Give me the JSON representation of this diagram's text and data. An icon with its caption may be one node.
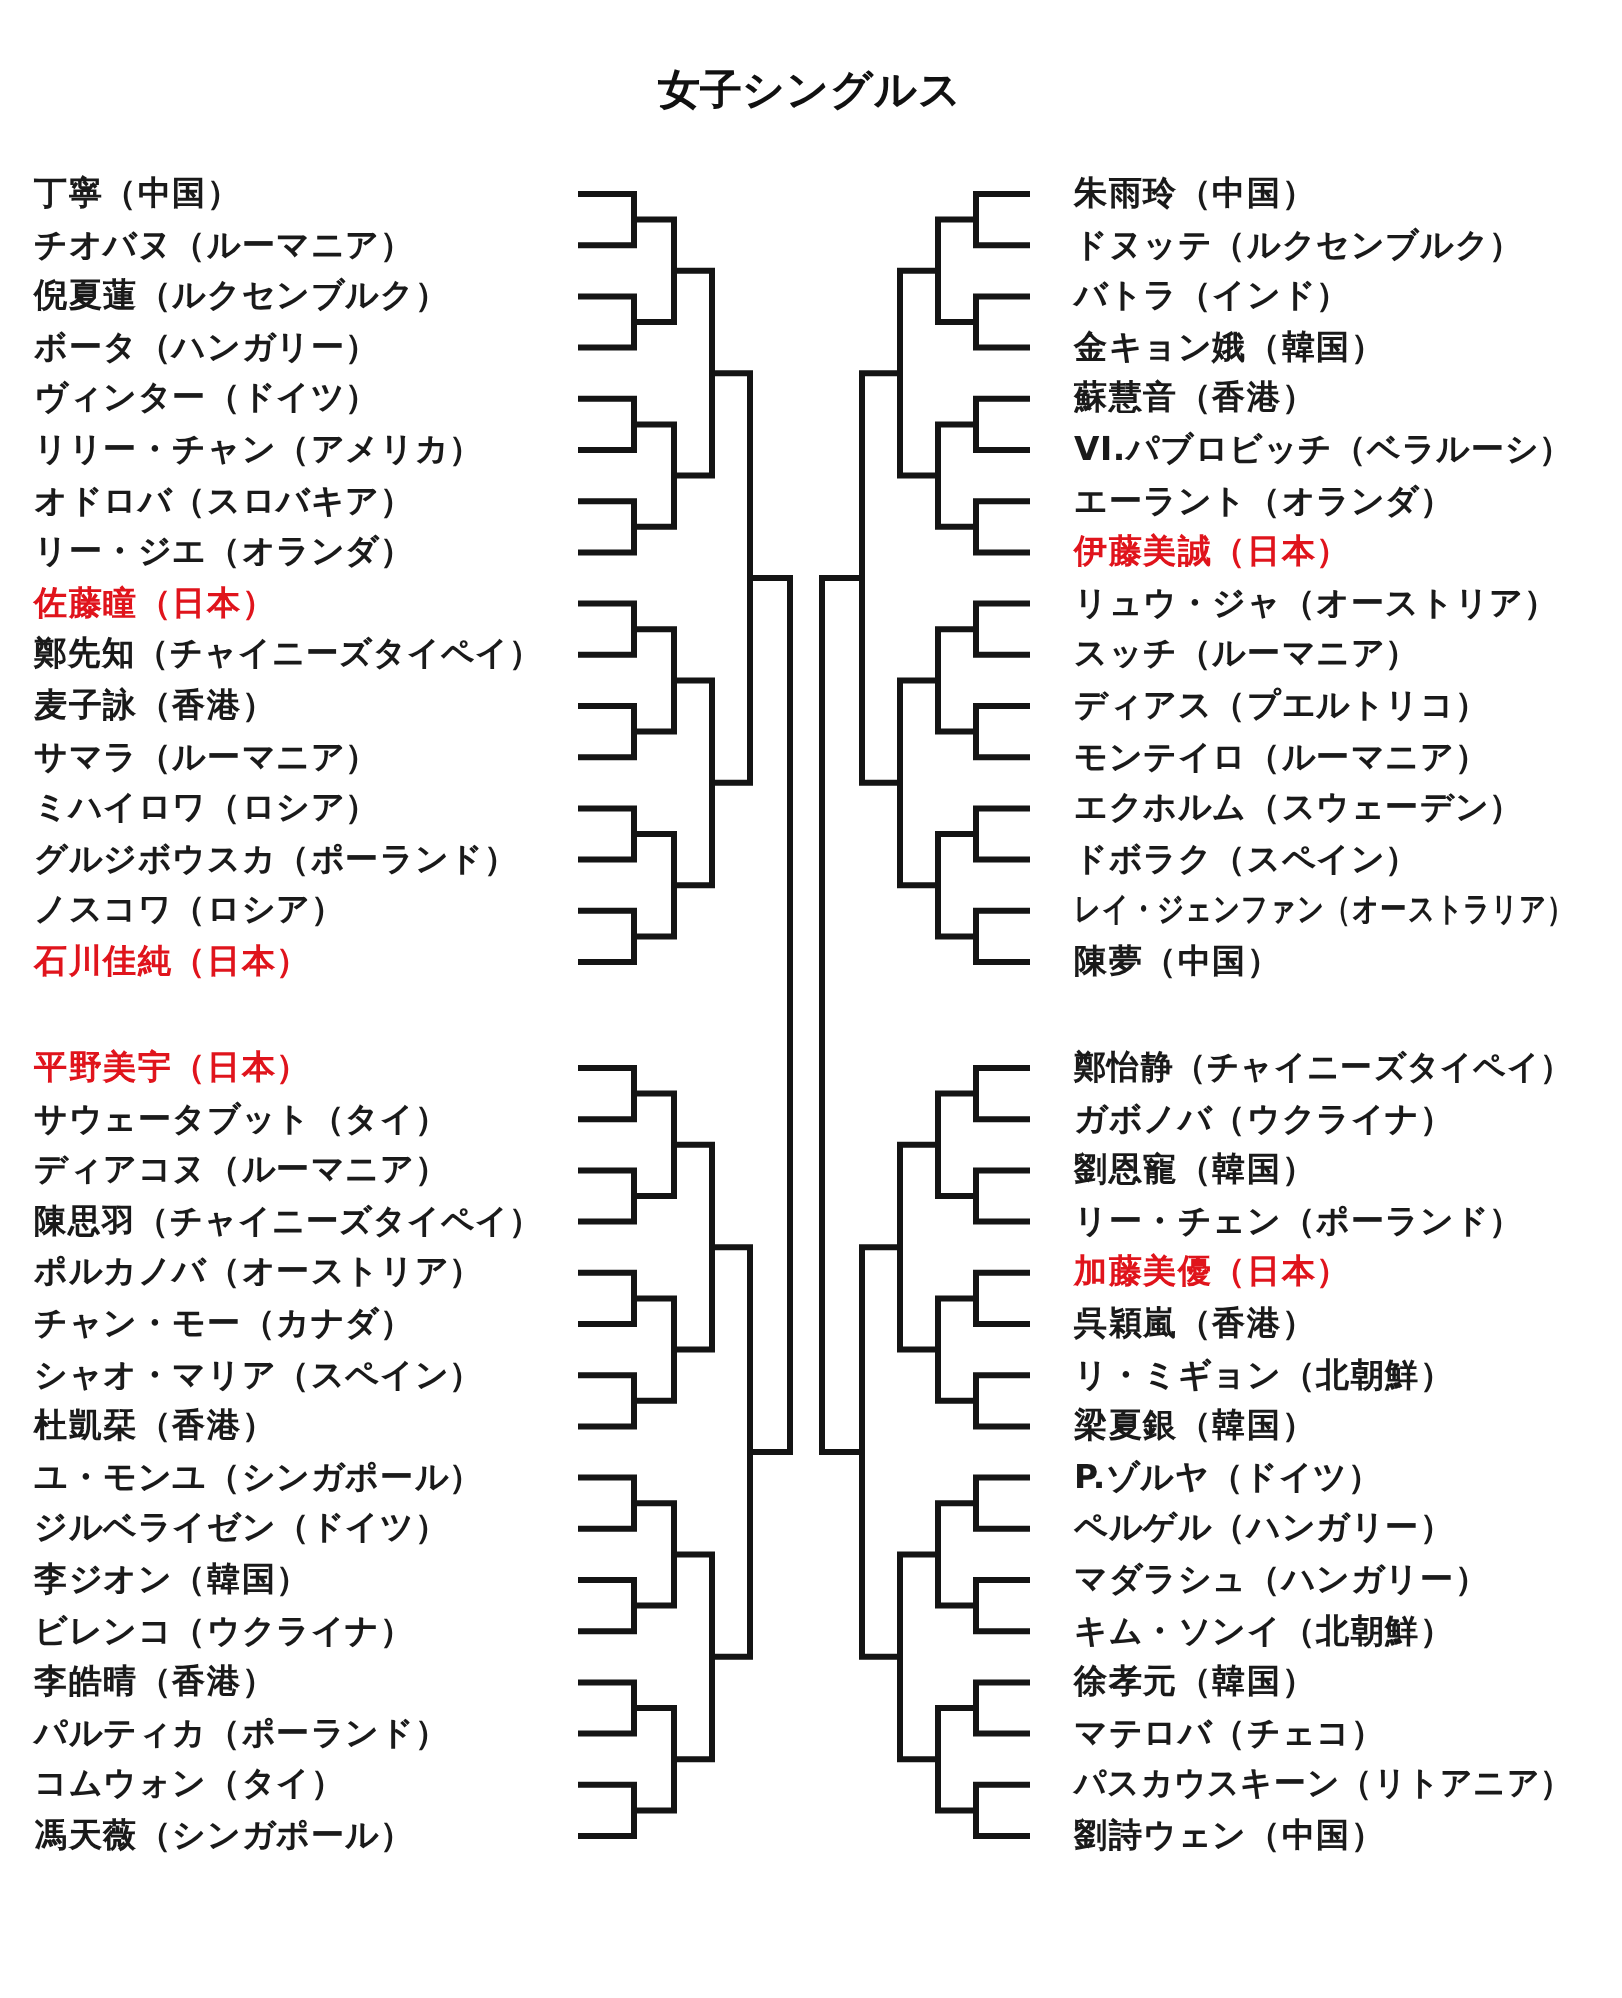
{
  "diagram": {
    "title": "女子シングルス",
    "labels": [
      "丁寧（中国）",
      "チオバヌ（ルーマニア）",
      "倪夏蓮（ルクセンブルク）",
      "ボータ（ハンガリー）",
      "ヴィンター（ドイツ）",
      "リリー・チャン（アメリカ）",
      "オドロバ（スロバキア）",
      "リー・ジエ（オランダ）",
      "佐藤瞳（日本）",
      "鄭先知（チャイニーズタイペイ）",
      "麦子詠（香港）",
      "サマラ（ルーマニア）",
      "ミハイロワ（ロシア）",
      "グルジボウスカ（ポーランド）",
      "ノスコワ（ロシア）",
      "石川佳純（日本）",
      "平野美宇（日本）",
      "サウェータブット（タイ）",
      "ディアコヌ（ルーマニア）",
      "陳思羽（チャイニーズタイペイ）",
      "ポルカノバ（オーストリア）",
      "チャン・モー（カナダ）",
      "シャオ・マリア（スペイン）",
      "杜凱栞（香港）",
      "ユ・モンユ（シンガポール）",
      "ジルベライゼン（ドイツ）",
      "李ジオン（韓国）",
      "ビレンコ（ウクライナ）",
      "李皓晴（香港）",
      "パルティカ（ポーランド）",
      "コムウォン（タイ）",
      "馮天薇（シンガポール）",
      "朱雨玲（中国）",
      "ドヌッテ（ルクセンブルク）",
      "バトラ（インド）",
      "金キョン娥（韓国）",
      "蘇慧音（香港）",
      "VI.パブロビッチ（ベラルーシ）",
      "エーラント（オランダ）",
      "伊藤美誠（日本）",
      "リュウ・ジャ（オーストリア）",
      "スッチ（ルーマニア）",
      "ディアス（プエルトリコ）",
      "モンテイロ（ルーマニア）",
      "エクホルム（スウェーデン）",
      "ドボラク（スペイン）",
      "レイ・ジェンファン（オーストラリア）",
      "陳夢（中国）",
      "鄭怡静（チャイニーズタイペイ）",
      "ガボノバ（ウクライナ）",
      "劉恩寵（韓国）",
      "リー・チェン（ポーランド）",
      "加藤美優（日本）",
      "呉穎嵐（香港）",
      "リ・ミギョン（北朝鮮）",
      "梁夏銀（韓国）",
      "P.ゾルヤ（ドイツ）",
      "ペルゲル（ハンガリー）",
      "マダラシュ（ハンガリー）",
      "キム・ソンイ（北朝鮮）",
      "徐孝元（韓国）",
      "マテロバ（チェコ）",
      "パスカウスキーン（リトアニア）",
      "劉詩ウェン（中国）"
    ]
  }
}
